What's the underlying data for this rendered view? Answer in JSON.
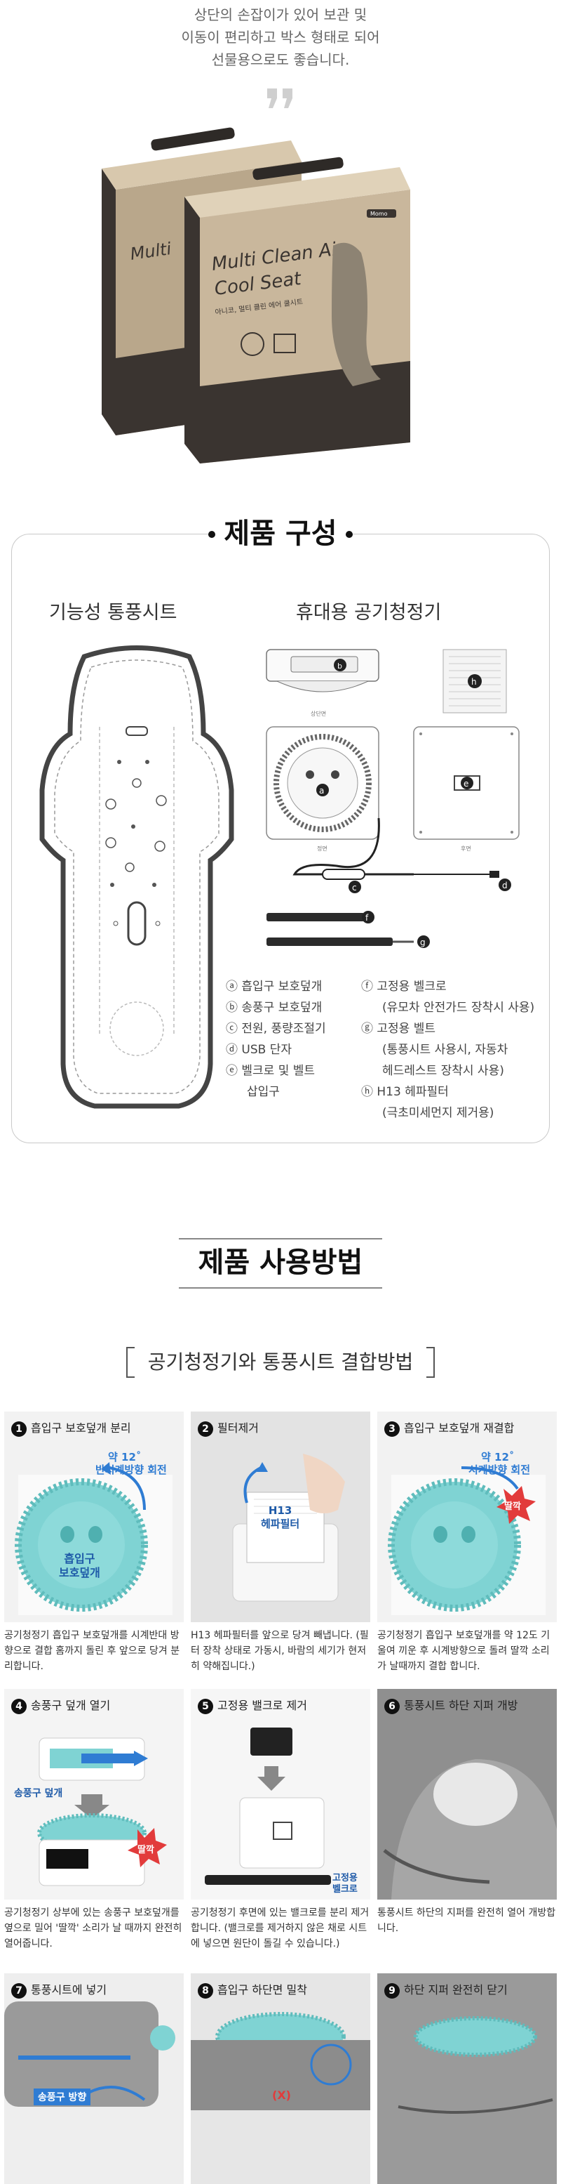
{
  "intro": {
    "line1": "상단의 손잡이가 있어 보관 및",
    "line2": "이동이 편리하고 박스 형태로 되어",
    "line3": "선물용으로도 좋습니다."
  },
  "box": {
    "brand": "Momo",
    "title_line1": "Multi Clean Air",
    "title_line2": "Cool Seat",
    "subtitle": "아니코, 멀티 클린 에어 쿨시트"
  },
  "composition": {
    "title": "제품 구성",
    "left_heading": "기능성 통풍시트",
    "right_heading": "휴대용 공기청정기",
    "view_top": "상단면",
    "view_front": "정면",
    "view_back": "후면",
    "legend_left": [
      "ⓐ 흡입구 보호덮개",
      "ⓑ 송풍구 보호덮개",
      "ⓒ 전원, 풍량조절기",
      "ⓓ USB 단자",
      "ⓔ 벨크로 및 벨트",
      "삽입구"
    ],
    "legend_right": [
      "ⓕ 고정용 벨크로",
      "(유모차 안전가드 장착시 사용)",
      "ⓖ 고정용 벨트",
      "(통풍시트 사용시, 자동차",
      "헤드레스트 장착시 사용)",
      "ⓗ H13 헤파필터",
      "(극초미세먼지 제거용)"
    ]
  },
  "usage": {
    "title": "제품 사용방법",
    "method_heading": "공기청정기와 통풍시트 결합방법",
    "steps": [
      {
        "num": "1",
        "title": "흡입구 보호덮개 분리",
        "callout1": "약 12˚",
        "callout2": "반시계방향 회전",
        "label1": "흡입구",
        "label2": "보호덮개",
        "desc": "공기청정기 흡입구 보호덮개를 시계반대 방향으로 결합 홈까지 돌린 후 앞으로 당겨 분리합니다."
      },
      {
        "num": "2",
        "title": "필터제거",
        "label1": "H13",
        "label2": "헤파필터",
        "desc": "H13 헤파필터를 앞으로 당겨 빼냅니다. (필터 장착 상태로 가동시, 바람의 세기가 현저히 약해집니다.)"
      },
      {
        "num": "3",
        "title": "흡입구 보호덮개 재결합",
        "callout1": "약 12˚",
        "callout2": "시계방향 회전",
        "badge": "딸깍",
        "desc": "공기청정기 흡입구 보호덮개를 약 12도 기울여 끼운 후 시계방향으로 돌려 딸깍 소리가 날때까지 결합 합니다."
      },
      {
        "num": "4",
        "title": "송풍구 덮개 열기",
        "label1": "송풍구 덮개",
        "badge": "딸깍",
        "desc": "공기청정기 상부에 있는 송풍구 보호덮개를 옆으로 밀어 '딸깍' 소리가 날 때까지 완전히 열어줍니다."
      },
      {
        "num": "5",
        "title": "고정용 밸크로 제거",
        "label1": "고정용",
        "label2": "벨크로",
        "desc": "공기청정기 후면에 있는 밸크로를 분리 제거합니다. (밸크로를 제거하지 않은 채로 시트에 넣으면 원단이 돌길 수 있습니다.)"
      },
      {
        "num": "6",
        "title": "통풍시트 하단 지퍼 개방",
        "desc": "통풍시트 하단의 지퍼를 완전히 열어 개방합니다."
      },
      {
        "num": "7",
        "title": "통풍시트에 넣기",
        "label1": "송풍구 방향"
      },
      {
        "num": "8",
        "title": "흡입구 하단면 밀착",
        "label1": "(X)"
      },
      {
        "num": "9",
        "title": "하단 지퍼 완전히 닫기"
      }
    ]
  },
  "colors": {
    "mint": "#7fd3d3",
    "blue": "#2f7cd3",
    "red": "#e23b3b",
    "box_kraft": "#c9b79c",
    "box_dark": "#3a3430"
  }
}
